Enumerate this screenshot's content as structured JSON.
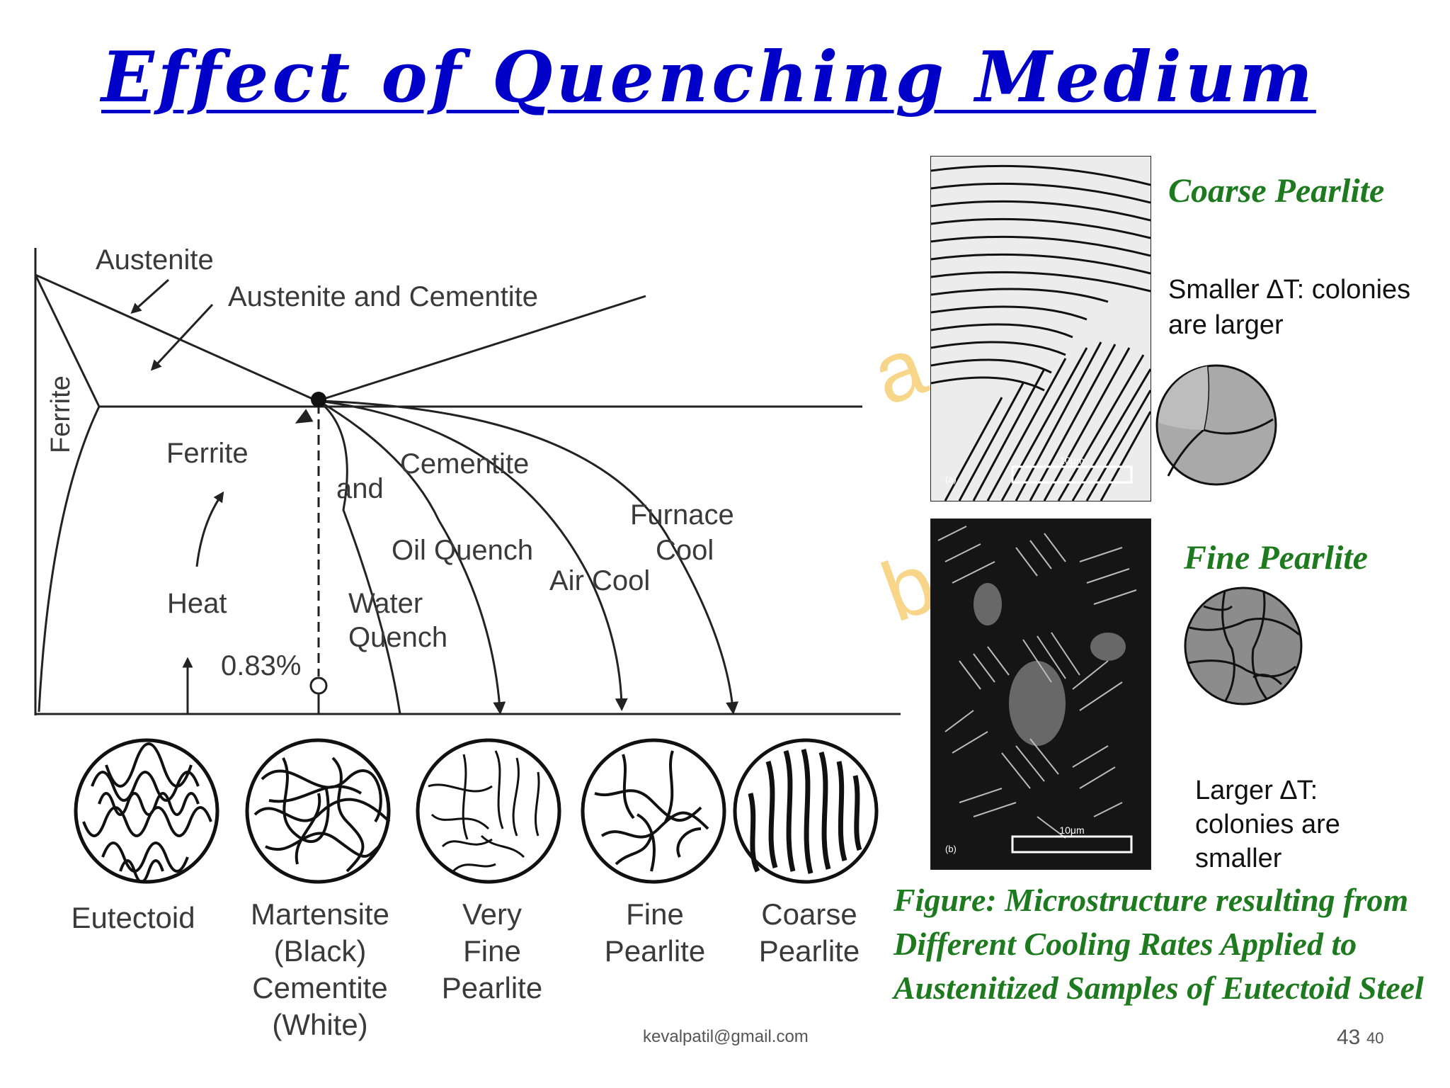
{
  "slide": {
    "title": "Effect of Quenching Medium",
    "footer_email": "kevalpatil@gmail.com",
    "page_number": "43",
    "page_number_small": "40"
  },
  "diagram": {
    "phase_labels": {
      "austenite": "Austenite",
      "austenite_cementite": "Austenite and Cementite",
      "ferrite_vertical": "Ferrite",
      "ferrite": "Ferrite",
      "and": "and",
      "cementite": "Cementite",
      "heat": "Heat",
      "composition": "0.83%"
    },
    "cooling_paths": {
      "water_1": "Water",
      "water_2": "Quench",
      "oil": "Oil Quench",
      "air": "Air Cool",
      "furnace_1": "Furnace",
      "furnace_2": "Cool"
    },
    "structures": [
      {
        "lines": [
          "Eutectoid"
        ]
      },
      {
        "lines": [
          "Martensite",
          "(Black)",
          "Cementite",
          "(White)"
        ]
      },
      {
        "lines": [
          "Very",
          "Fine",
          "Pearlite"
        ]
      },
      {
        "lines": [
          "Fine",
          "Pearlite"
        ]
      },
      {
        "lines": [
          "Coarse",
          "Pearlite"
        ]
      }
    ]
  },
  "micrographs": {
    "coarse": {
      "label": "Coarse Pearlite",
      "scale": "10μm",
      "panel": "(a)"
    },
    "fine": {
      "label": "Fine Pearlite",
      "scale": "10μm",
      "panel": "(b)"
    }
  },
  "notes": {
    "smaller_1": "Smaller ∆T:  colonies",
    "smaller_2": "are  larger",
    "larger_1": "Larger ∆T:",
    "larger_2": "colonies are",
    "larger_3": "smaller"
  },
  "figure_caption": "Figure: Microstructure resulting from Different Cooling Rates Applied to Austenitized Samples of Eutectoid Steel"
}
